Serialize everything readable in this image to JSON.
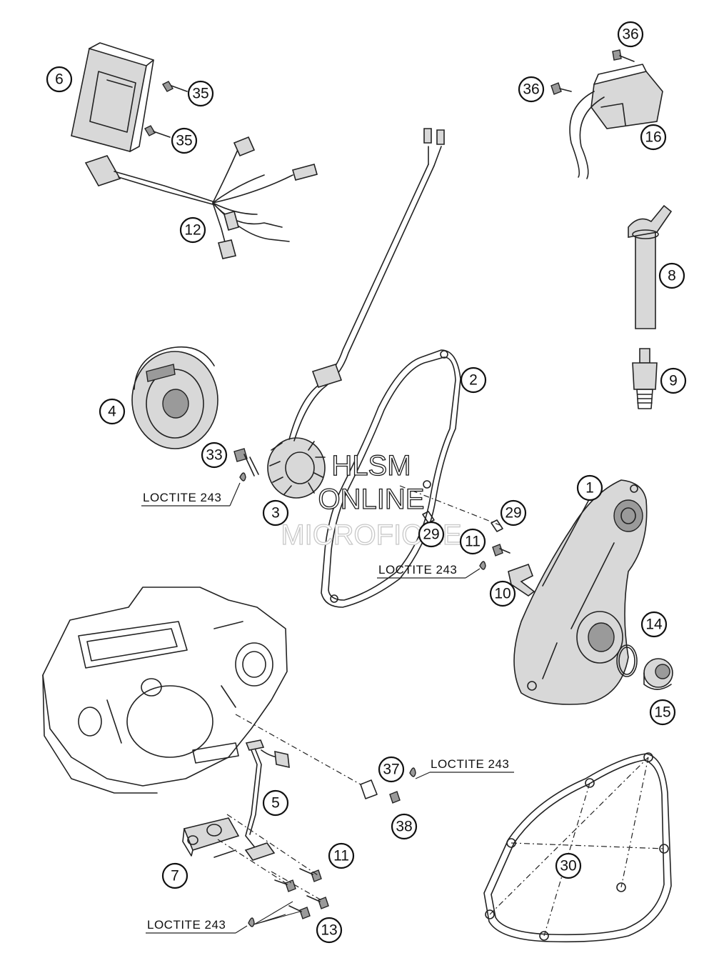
{
  "callouts": [
    {
      "id": "1",
      "label": "1"
    },
    {
      "id": "2",
      "label": "2"
    },
    {
      "id": "3",
      "label": "3"
    },
    {
      "id": "4",
      "label": "4"
    },
    {
      "id": "5",
      "label": "5"
    },
    {
      "id": "6",
      "label": "6"
    },
    {
      "id": "7",
      "label": "7"
    },
    {
      "id": "8",
      "label": "8"
    },
    {
      "id": "9",
      "label": "9"
    },
    {
      "id": "10",
      "label": "10"
    },
    {
      "id": "11a",
      "label": "11"
    },
    {
      "id": "11b",
      "label": "11"
    },
    {
      "id": "12",
      "label": "12"
    },
    {
      "id": "13",
      "label": "13"
    },
    {
      "id": "14",
      "label": "14"
    },
    {
      "id": "15",
      "label": "15"
    },
    {
      "id": "16",
      "label": "16"
    },
    {
      "id": "29a",
      "label": "29"
    },
    {
      "id": "29b",
      "label": "29"
    },
    {
      "id": "30",
      "label": "30"
    },
    {
      "id": "33",
      "label": "33"
    },
    {
      "id": "35a",
      "label": "35"
    },
    {
      "id": "35b",
      "label": "35"
    },
    {
      "id": "36a",
      "label": "36"
    },
    {
      "id": "36b",
      "label": "36"
    },
    {
      "id": "37",
      "label": "37"
    },
    {
      "id": "38",
      "label": "38"
    }
  ],
  "notes": {
    "loctite_a": "LOCTITE 243",
    "loctite_b": "LOCTITE 243",
    "loctite_c": "LOCTITE 243",
    "loctite_d": "LOCTITE 243"
  },
  "watermark": {
    "line1": "HLSM",
    "line2": "ONLINE",
    "line3": "MICROFICHE"
  }
}
